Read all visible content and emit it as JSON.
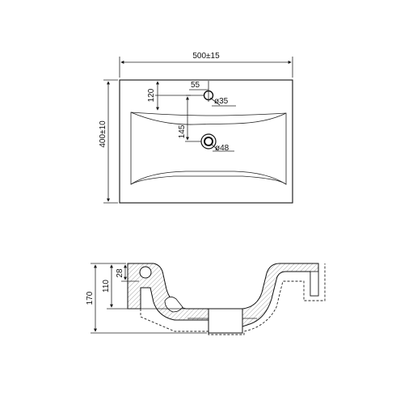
{
  "top_view": {
    "width_dim": "500±15",
    "depth_dim": "400±10",
    "tap_offset_dim": "120",
    "tap_side_dim": "55",
    "tap_hole_dim": "ø35",
    "drain_offset_dim": "145",
    "drain_hole_dim": "ø48"
  },
  "side_view": {
    "total_height_dim": "170",
    "inner_height_dim": "110",
    "overflow_dim": "28"
  }
}
